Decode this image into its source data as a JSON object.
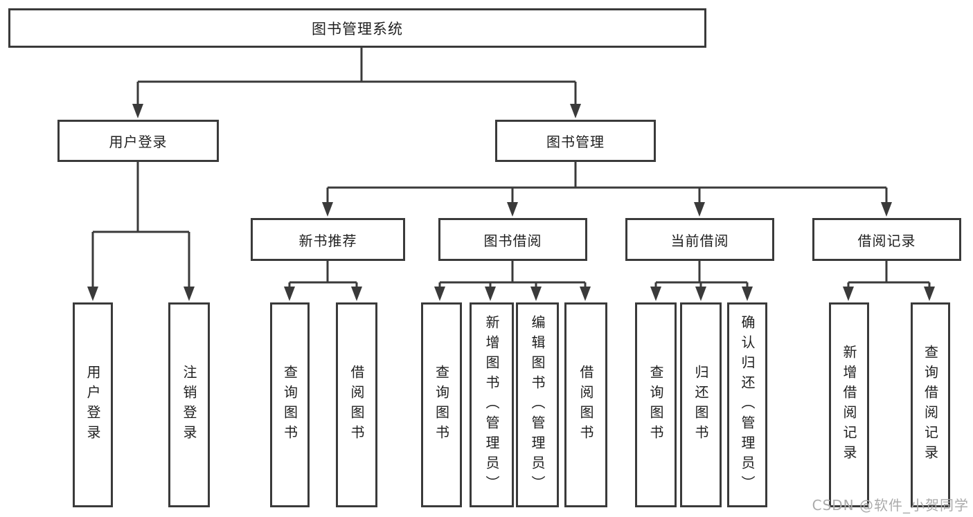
{
  "diagram": {
    "root": {
      "label": "图书管理系统"
    },
    "level2": {
      "user_login": {
        "label": "用户登录"
      },
      "book_management": {
        "label": "图书管理"
      }
    },
    "level3": {
      "new_book_recommend": {
        "label": "新书推荐"
      },
      "book_borrowing": {
        "label": "图书借阅"
      },
      "current_borrowing": {
        "label": "当前借阅"
      },
      "borrowing_records": {
        "label": "借阅记录"
      }
    },
    "leaves": {
      "user_login": {
        "label": "用户登录"
      },
      "logout": {
        "label": "注销登录"
      },
      "nbr_query_books": {
        "label": "查询图书"
      },
      "nbr_borrow_books": {
        "label": "借阅图书"
      },
      "bb_query_books": {
        "label": "查询图书"
      },
      "bb_add_books": {
        "label": "新增图书（管理员）"
      },
      "bb_edit_books": {
        "label": "编辑图书（管理员）"
      },
      "bb_borrow_books": {
        "label": "借阅图书"
      },
      "cb_query_books": {
        "label": "查询图书"
      },
      "cb_return_books": {
        "label": "归还图书"
      },
      "cb_confirm_return": {
        "label": "确认归还（管理员）"
      },
      "br_add_record": {
        "label": "新增借阅记录"
      },
      "br_query_record": {
        "label": "查询借阅记录"
      }
    }
  },
  "watermark": {
    "text": "CSDN @软件_小贺同学"
  },
  "colors": {
    "line": "#3a3a3a",
    "box_border": "#3a3a3a",
    "text": "#1f1f1f",
    "watermark": "#ababab",
    "background": "#ffffff"
  }
}
